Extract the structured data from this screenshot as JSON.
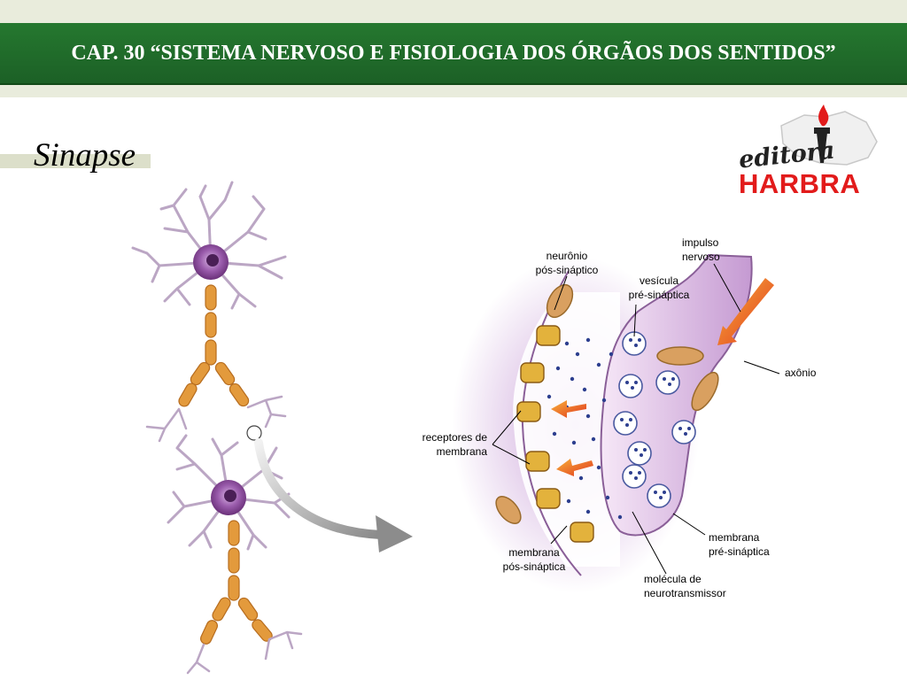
{
  "header": {
    "title": "CAP. 30 “SISTEMA NERVOSO E FISIOLOGIA DOS ÓRGÃOS DOS SENTIDOS”"
  },
  "slide": {
    "title": "Sinapse"
  },
  "logo": {
    "script_text": "editora",
    "word": "HARBRA"
  },
  "labels": {
    "impulso": "impulso\nnervoso",
    "neuronio_pos": "neurônio\npós-sináptico",
    "vesicula": "vesícula\npré-sináptica",
    "axonio": "axônio",
    "receptores": "receptores de\nmembrana",
    "membrana_pos": "membrana\npós-sináptica",
    "membrana_pre": "membrana\npré-sináptica",
    "molecula": "molécula de\nneurotransmissor"
  },
  "colors": {
    "header_green": "#1f6b28",
    "neuron_body": "#7a3d8c",
    "dendrite": "#bba6c4",
    "axon_myelin": "#e39a3c",
    "synapse_purple": "#b98ccb",
    "receptor_gold": "#e3b23c",
    "neurotransmitter": "#2d3f8f",
    "arrow_red": "#e0351e",
    "brand_red": "#e21b1b"
  }
}
